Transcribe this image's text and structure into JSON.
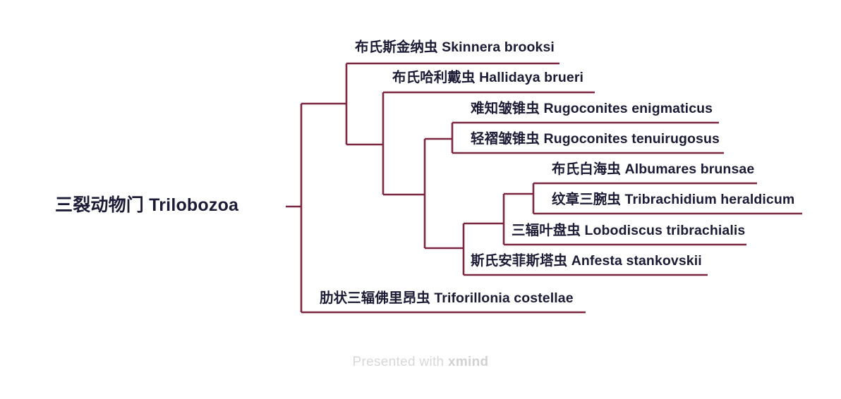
{
  "chart_data": {
    "type": "diagram",
    "diagram_kind": "phylogenetic-tree",
    "title": "三裂动物门 Trilobozoa",
    "orientation": "left-to-right",
    "line_color": "#7b2740",
    "text_color": "#1b1b35",
    "background": "#ffffff",
    "root": {
      "id": "trilobozoa",
      "label": "三裂动物门 Trilobozoa"
    },
    "leaves": [
      {
        "id": "skinnera",
        "label": "布氏斯金纳虫 Skinnera brooksi",
        "depth": 2
      },
      {
        "id": "hallidaya",
        "label": "布氏哈利戴虫 Hallidaya brueri",
        "depth": 3
      },
      {
        "id": "enigmaticus",
        "label": "难知皱锥虫 Rugoconites enigmaticus",
        "depth": 4
      },
      {
        "id": "tenuirugosus",
        "label": "轻褶皱锥虫 Rugoconites tenuirugosus",
        "depth": 4
      },
      {
        "id": "albumares",
        "label": "布氏白海虫 Albumares brunsae",
        "depth": 6
      },
      {
        "id": "tribrachidium",
        "label": "纹章三腕虫 Tribrachidium heraldicum",
        "depth": 6
      },
      {
        "id": "lobodiscus",
        "label": "三辐叶盘虫 Lobodiscus tribrachialis",
        "depth": 5
      },
      {
        "id": "anfesta",
        "label": "斯氏安菲斯塔虫 Anfesta stankovskii",
        "depth": 5
      },
      {
        "id": "triforillonia",
        "label": "肋状三辐佛里昂虫 Triforillonia costellae",
        "depth": 2
      }
    ],
    "edges": [
      {
        "parent": "root",
        "child": "clade-a"
      },
      {
        "parent": "root",
        "child": "triforillonia"
      },
      {
        "parent": "clade-a",
        "child": "skinnera"
      },
      {
        "parent": "clade-a",
        "child": "clade-b"
      },
      {
        "parent": "clade-b",
        "child": "hallidaya"
      },
      {
        "parent": "clade-b",
        "child": "clade-c"
      },
      {
        "parent": "clade-c",
        "child": "clade-rugoconites"
      },
      {
        "parent": "clade-c",
        "child": "clade-d"
      },
      {
        "parent": "clade-rugoconites",
        "child": "enigmaticus"
      },
      {
        "parent": "clade-rugoconites",
        "child": "tenuirugosus"
      },
      {
        "parent": "clade-d",
        "child": "clade-e"
      },
      {
        "parent": "clade-d",
        "child": "anfesta"
      },
      {
        "parent": "clade-e",
        "child": "clade-f"
      },
      {
        "parent": "clade-e",
        "child": "lobodiscus"
      },
      {
        "parent": "clade-f",
        "child": "albumares"
      },
      {
        "parent": "clade-f",
        "child": "tribrachidium"
      }
    ]
  },
  "footer": {
    "prefix": "Presented with ",
    "brand": "xmind"
  }
}
